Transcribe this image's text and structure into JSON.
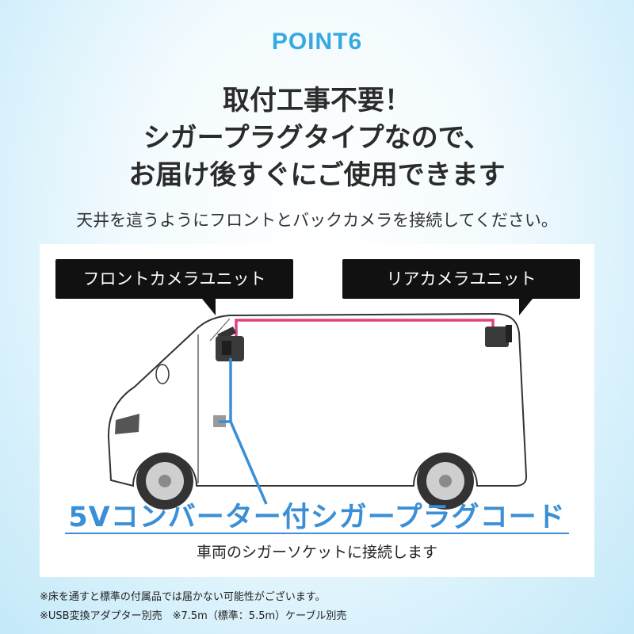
{
  "point_label": "POINT6",
  "headline": {
    "line1": "取付工事不要！",
    "line2": "シガープラグタイプなので、",
    "line3": "お届け後すぐにご使用できます"
  },
  "subline": "天井を這うようにフロントとバックカメラを接続してください。",
  "labels": {
    "front_camera": "フロントカメラユニット",
    "rear_camera": "リアカメラユニット"
  },
  "cord": {
    "title": "5Vコンバーター付シガープラグコード",
    "description": "車両のシガーソケットに接続します"
  },
  "notes": [
    "※床を通すと標準の付属品では届かない可能性がございます。",
    "※USB変換アダプター別売　※7.5m（標準：5.5m）ケーブル別売"
  ],
  "colors": {
    "accent_blue": "#36a9e1",
    "cord_blue": "#3a8fd6",
    "rear_cable_pink": "#e0427f"
  }
}
